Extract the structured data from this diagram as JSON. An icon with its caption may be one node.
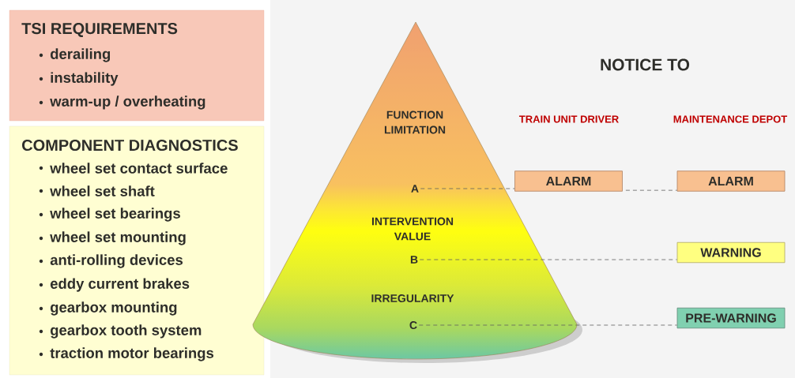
{
  "diagram": {
    "nodes": [
      {
        "text": [
          "TSI REQUIREMENTS",
          "derailing",
          "instability",
          "warm-up / overheating"
        ]
      },
      {
        "text": [
          "COMPONENT DIAGNOSTICS",
          "wheel set contact surface",
          "wheel set shaft",
          "wheel set bearings",
          "wheel set mounting",
          "anti-rolling devices",
          "eddy current brakes",
          "gearbox mounting",
          "gearbox tooth system",
          "traction motor bearings"
        ]
      },
      {
        "text": [
          "FUNCTION LIMITATION",
          "INTERVENTION VALUE",
          "IRREGULARITY"
        ]
      },
      {
        "text": [
          "A"
        ],
        "in": 2
      },
      {
        "text": [
          "B"
        ],
        "in": 2
      },
      {
        "text": [
          "C"
        ],
        "in": 2
      },
      {
        "text": [
          "ALARM"
        ]
      },
      {
        "text": [
          "ALARM"
        ]
      },
      {
        "text": [
          "WARNING"
        ]
      },
      {
        "text": [
          "PRE-WARNING"
        ]
      }
    ],
    "edges": [
      {
        "from": 3,
        "to": 6,
        "arrow": "none",
        "style": "dashed"
      },
      {
        "from": 6,
        "to": 7,
        "arrow": "none",
        "style": "dashed"
      },
      {
        "from": 4,
        "to": 8,
        "arrow": "none",
        "style": "dashed"
      },
      {
        "from": 5,
        "to": 9,
        "arrow": "none",
        "style": "dashed"
      }
    ],
    "labels": [
      "NOTICE TO",
      "TRAIN UNIT DRIVER",
      "MAINTENANCE DEPOT"
    ]
  }
}
